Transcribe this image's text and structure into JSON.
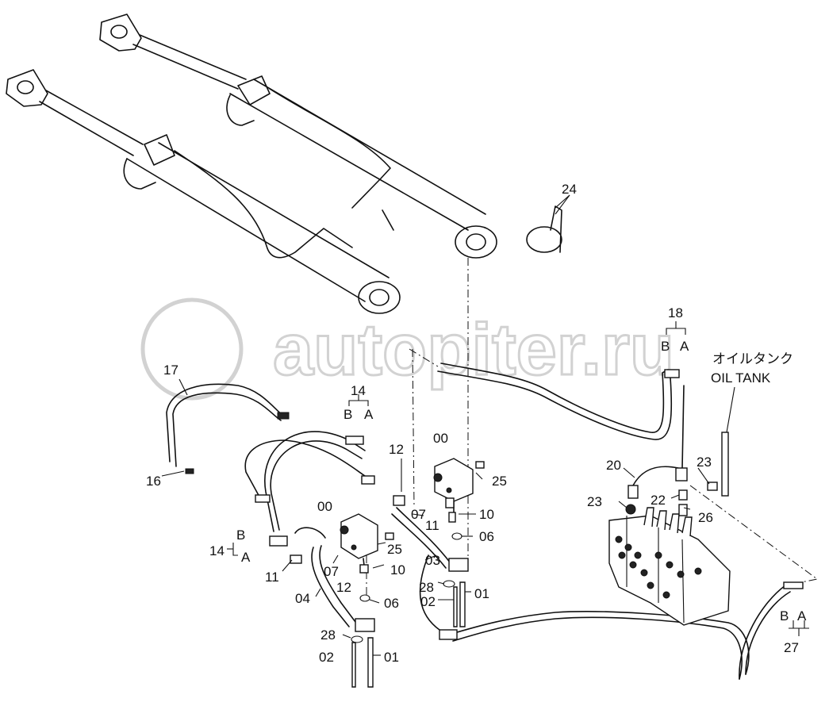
{
  "watermark": "autopiter.ru",
  "labels": {
    "p00a": "00",
    "p00b": "00",
    "p01a": "01",
    "p01b": "01",
    "p02a": "02",
    "p02b": "02",
    "p03": "03",
    "p04": "04",
    "p06a": "06",
    "p06b": "06",
    "p07a": "07",
    "p07b": "07",
    "p10a": "10",
    "p10b": "10",
    "p11a": "11",
    "p11b": "11",
    "p12a": "12",
    "p12b": "12",
    "p14a": "14",
    "p14b": "14",
    "p16": "16",
    "p17": "17",
    "p18": "18",
    "p20": "20",
    "p22": "22",
    "p23a": "23",
    "p23b": "23",
    "p24": "24",
    "p25a": "25",
    "p25b": "25",
    "p26": "26",
    "p27": "27",
    "p28a": "28",
    "p28b": "28",
    "portA": "A",
    "portB": "B",
    "oil_tank_jp": "オイルタンク",
    "oil_tank_en": "OIL TANK"
  }
}
